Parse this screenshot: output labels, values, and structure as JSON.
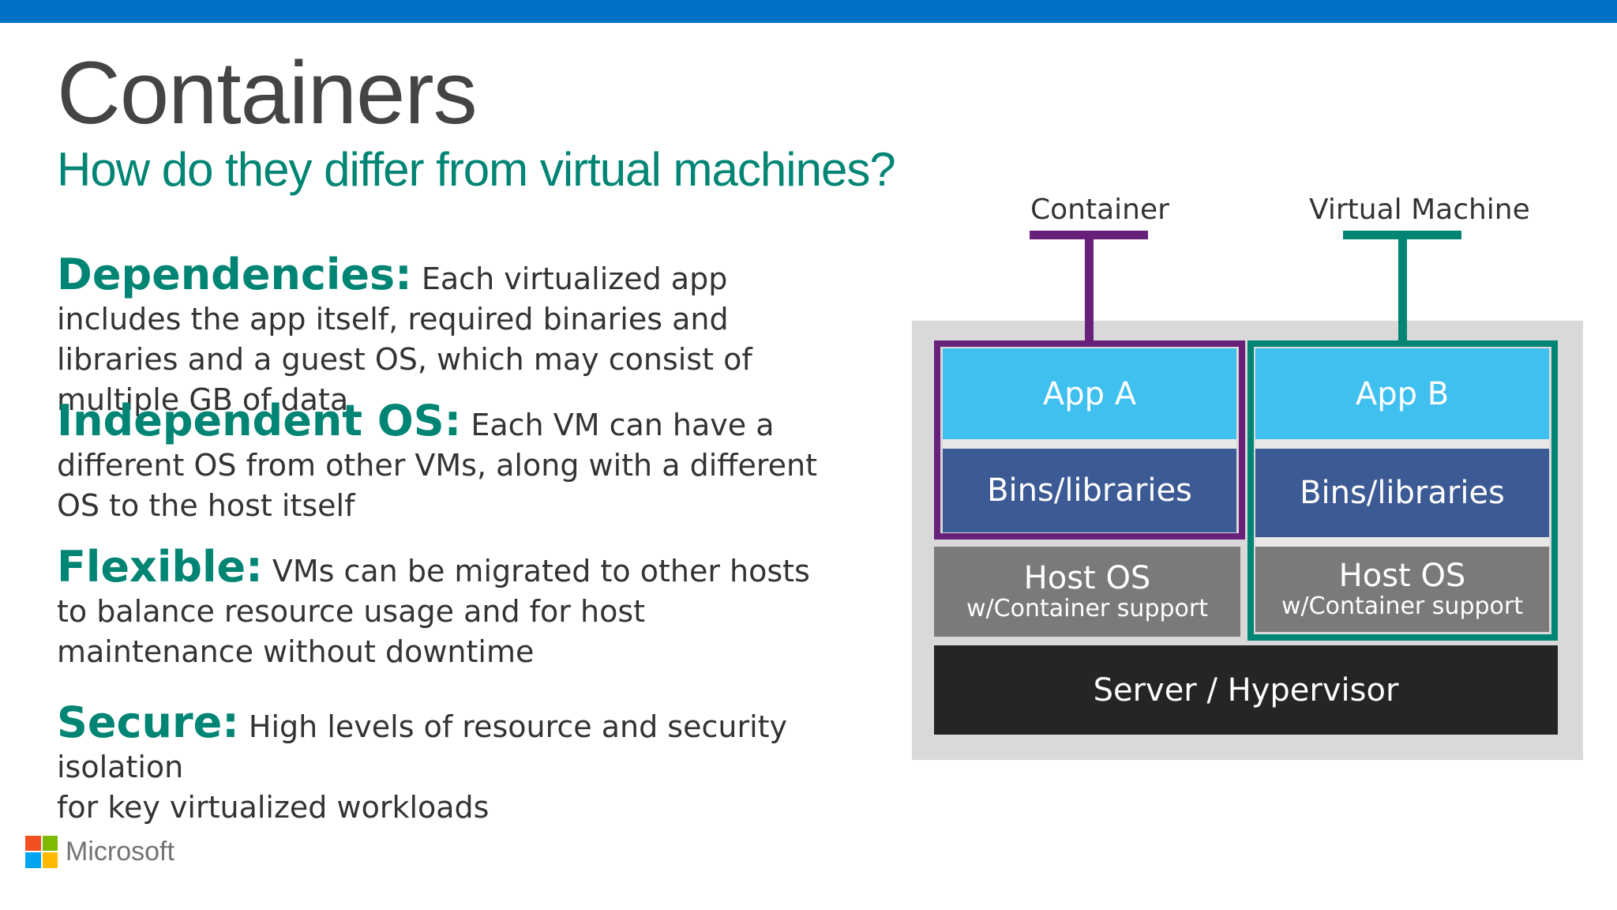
{
  "slide": {
    "title": "Containers",
    "subtitle": "How do they differ from virtual machines?",
    "points": [
      {
        "term": "Dependencies:",
        "text": "Each virtualized app includes the app itself, required binaries and libraries and a guest OS, which may consist of multiple GB of data"
      },
      {
        "term": "Independent OS:",
        "text": "Each VM can have a different OS from other VMs, along with a different OS to the host itself"
      },
      {
        "term": "Flexible:",
        "text": "VMs can be migrated to other hosts to balance resource usage and for host maintenance without downtime"
      },
      {
        "term": "Secure:",
        "text_line1": "High levels of resource and security isolation",
        "text_line2": "for key virtualized workloads"
      }
    ],
    "logo_text": "Microsoft"
  },
  "diagram": {
    "container_label": "Container",
    "vm_label": "Virtual Machine",
    "container_stack": {
      "app": "App A",
      "bins": "Bins/libraries",
      "host_main": "Host OS",
      "host_sub": "w/Container support"
    },
    "vm_stack": {
      "app": "App B",
      "bins": "Bins/libraries",
      "host_main": "Host OS",
      "host_sub": "w/Container support"
    },
    "server": "Server / Hypervisor"
  },
  "colors": {
    "top_bar": "#0072c6",
    "accent": "#008574",
    "container_outline": "#68217a",
    "vm_outline": "#008575",
    "app_block": "#40c0ef",
    "bins_block": "#3c5a94",
    "host_block": "#7a7a7a",
    "server_block": "#252526"
  }
}
